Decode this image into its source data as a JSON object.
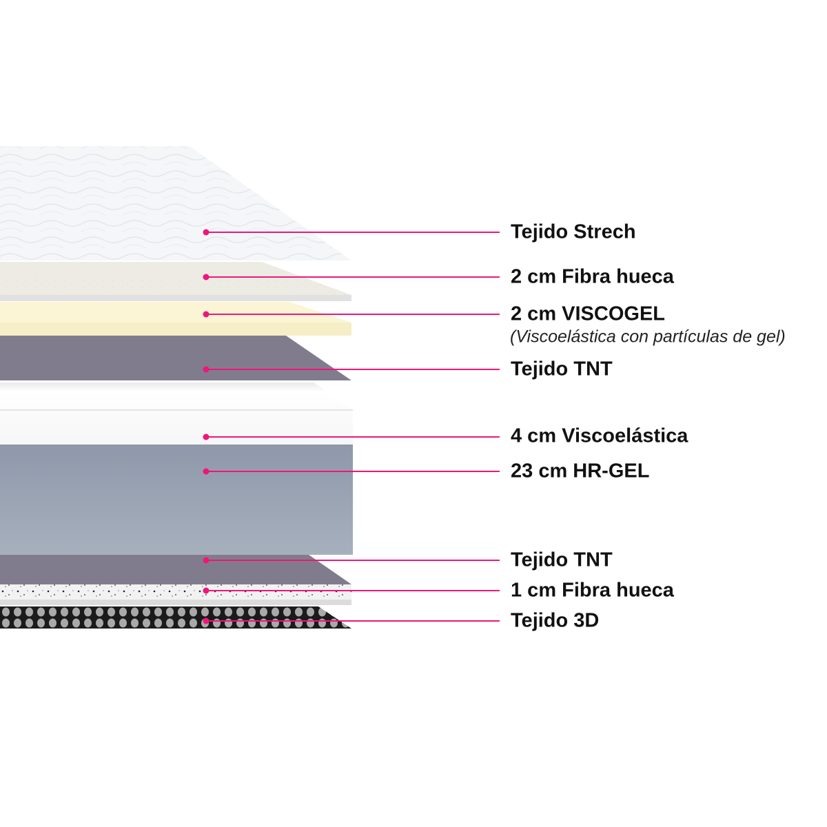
{
  "accent_color": "#f0157a",
  "layers": [
    {
      "label": "Tejido Strech"
    },
    {
      "label": "2 cm Fibra hueca"
    },
    {
      "label": "2 cm VISCOGEL",
      "note": "(Viscoelástica con partículas de gel)"
    },
    {
      "label": "Tejido TNT"
    },
    {
      "label": "4 cm Viscoelástica"
    },
    {
      "label": "23 cm HR-GEL"
    },
    {
      "label": "Tejido TNT"
    },
    {
      "label": "1 cm Fibra hueca"
    },
    {
      "label": "Tejido 3D"
    }
  ]
}
